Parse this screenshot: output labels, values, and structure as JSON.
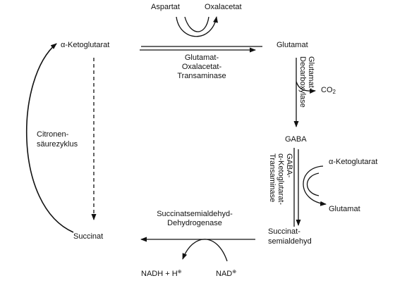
{
  "metabolites": {
    "aspartat": "Aspartat",
    "oxalacetat": "Oxalacetat",
    "ketoglutarat_left": "α-Ketoglutarat",
    "glutamat_top": "Glutamat",
    "co2": "CO",
    "co2_sub": "2",
    "gaba": "GABA",
    "ketoglutarat_right": "α-Ketoglutarat",
    "glutamat_right": "Glutamat",
    "succinatsemialdehyd": "Succinat-\nsemialdehyd",
    "succinat": "Succinat",
    "nadh": "NADH + H",
    "nadh_sup": "⊕",
    "nad": "NAD",
    "nad_sup": "⊕"
  },
  "enzymes": {
    "transaminase_top": "Glutamat-\nOxalacetat-\nTransaminase",
    "decarboxylase": "Glutamat-\nDecarboxylase",
    "gaba_transaminase": "GABA-\nα-Ketoglutarat-\nTransaminase",
    "dehydrogenase": "Succinatsemialdehyd-\nDehydrogenase"
  },
  "cycle": {
    "label": "Citronen-\nsäurezyklus"
  }
}
